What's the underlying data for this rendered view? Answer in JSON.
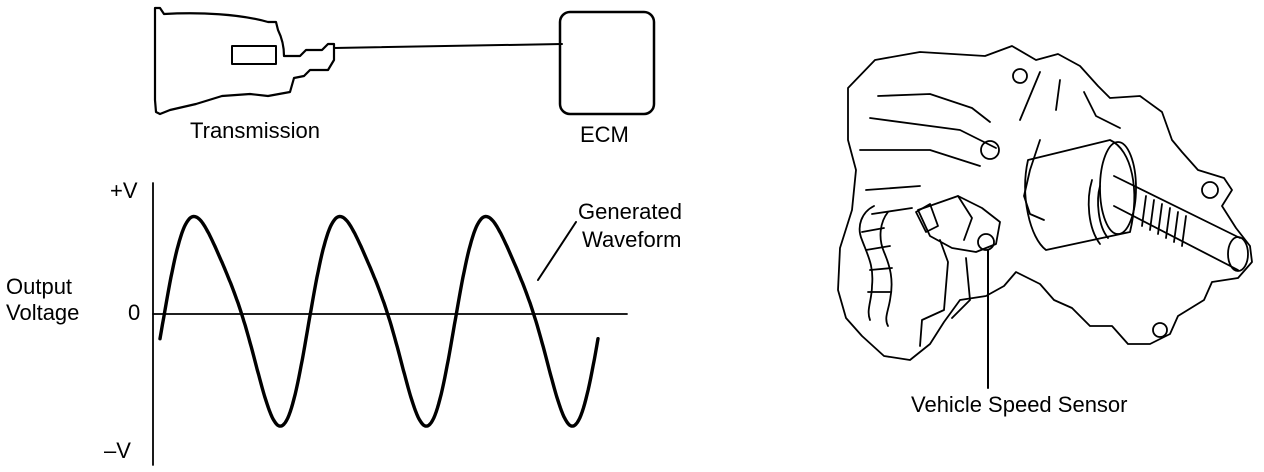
{
  "labels": {
    "transmission": "Transmission",
    "ecm": "ECM",
    "plus_v": "+V",
    "minus_v": "–V",
    "zero": "0",
    "output_voltage_line1": "Output",
    "output_voltage_line2": "Voltage",
    "generated_waveform_line1": "Generated",
    "generated_waveform_line2": "Waveform",
    "vehicle_speed_sensor": "Vehicle Speed Sensor"
  },
  "waveform": {
    "cycles": 3,
    "amplitude_pos": 1,
    "amplitude_neg": -1
  }
}
